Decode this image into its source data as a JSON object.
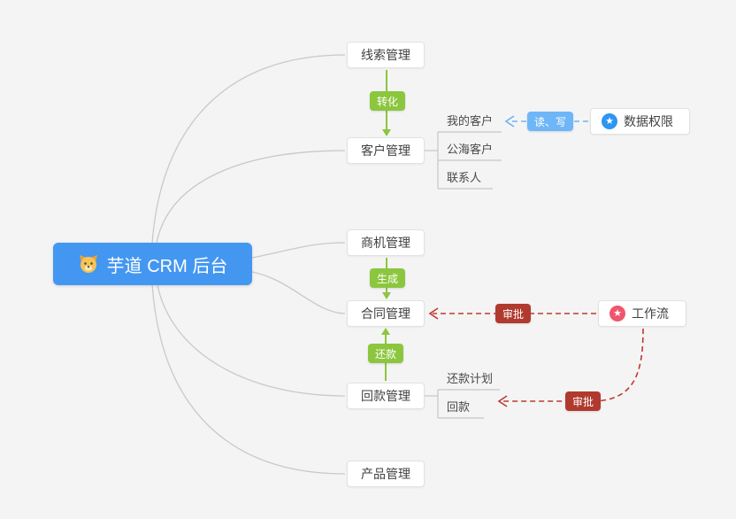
{
  "root": {
    "label": "芋道 CRM 后台"
  },
  "branches": [
    {
      "label": "线索管理"
    },
    {
      "label": "客户管理"
    },
    {
      "label": "商机管理"
    },
    {
      "label": "合同管理"
    },
    {
      "label": "回款管理"
    },
    {
      "label": "产品管理"
    }
  ],
  "customer_children": [
    {
      "label": "我的客户"
    },
    {
      "label": "公海客户"
    },
    {
      "label": "联系人"
    }
  ],
  "receivable_children": [
    {
      "label": "还款计划"
    },
    {
      "label": "回款"
    }
  ],
  "badges": {
    "convert": {
      "label": "转化"
    },
    "generate": {
      "label": "生成"
    },
    "repay": {
      "label": "还款"
    },
    "read_write": {
      "label": "读、写"
    },
    "approve_contract": {
      "label": "审批"
    },
    "approve_receivable": {
      "label": "审批"
    }
  },
  "side_nodes": {
    "data_permission": {
      "label": "数据权限",
      "glyph": "★"
    },
    "workflow": {
      "label": "工作流",
      "glyph": "★"
    }
  },
  "colors": {
    "root_bg": "#4497f1",
    "green": "#8cc63f",
    "badge_red": "#b03a2e",
    "line_red": "#c0392b",
    "badge_blue": "#6fb6f7",
    "line_blue": "#6cb3f5",
    "connector_gray": "#c9c9c9",
    "data_permission_icon": "#2e95f2",
    "workflow_icon": "#f1556c"
  }
}
